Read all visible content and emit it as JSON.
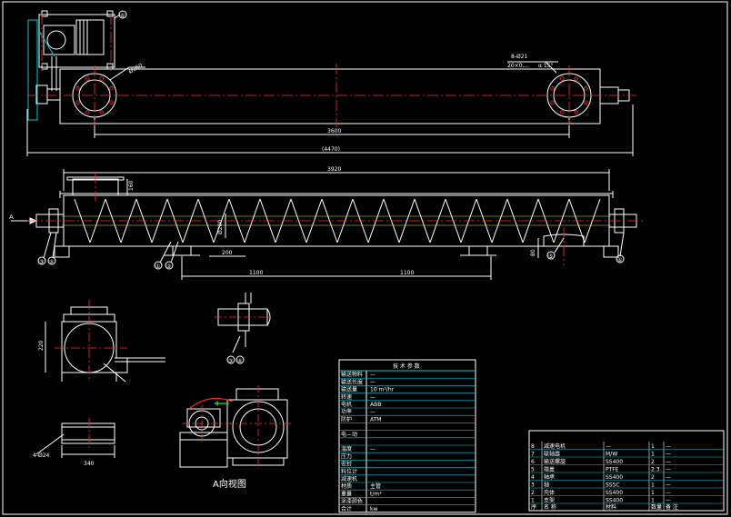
{
  "colors": {
    "background": "#000000",
    "line_white": "#ffffff",
    "center_red": "#ff2a2a",
    "cyan": "#00c8d8",
    "yellow": "#f0f000",
    "green": "#18c018"
  },
  "dimensions": {
    "flange_diameter": "Ø260",
    "length_inner": "3600",
    "length_total": "(4470)",
    "length_casing": "3920",
    "inlet_height": "160",
    "screw_diameter": "Ø200",
    "pitch": "200",
    "support_left": "1100",
    "support_right": "1100",
    "side_height": "80",
    "end_height": "220",
    "end_width": "340",
    "hole_spec": "8-Ø21",
    "hole_spec_bottom": "4-Ø24",
    "weld_note": "20×0…",
    "angle_note": "α 15°"
  },
  "callouts": {
    "motor": "⑥",
    "left_a": "③",
    "left_b": "④",
    "mid_a": "①",
    "mid_b": "②",
    "right_a": "⑤",
    "right_b": "⑥",
    "detail_a": "③",
    "detail_b": "④"
  },
  "view_label_A": "A",
  "view_a_caption": "A向视图",
  "spec_table": {
    "title": "技 术 参 数",
    "rows": [
      {
        "label": "输送物料",
        "value": "—"
      },
      {
        "label": "输送长度",
        "value": "—"
      },
      {
        "label": "输送量",
        "value": "10 m³/hr"
      },
      {
        "label": "转速",
        "value": "—"
      },
      {
        "label": "电机",
        "value": "ABB"
      },
      {
        "label": "功率",
        "value": "—"
      },
      {
        "label": "防护",
        "value": "ATM"
      },
      {
        "label": "",
        "value": ""
      },
      {
        "label": "电—动",
        "value": ""
      },
      {
        "label": "",
        "value": ""
      },
      {
        "label": "温度",
        "value": "—"
      },
      {
        "label": "压力",
        "value": ""
      },
      {
        "label": "密封",
        "value": ""
      },
      {
        "label": "料位计",
        "value": ""
      },
      {
        "label": "减速机",
        "value": ""
      },
      {
        "label": "材质",
        "value": "主管"
      },
      {
        "label": "重量",
        "value": "t/m³"
      },
      {
        "label": "涂漆颜色",
        "value": ""
      },
      {
        "label": "合计",
        "value": "kw"
      }
    ]
  },
  "bom_table": {
    "rows": [
      {
        "no": "8",
        "name": "减速电机",
        "spec": "—",
        "qty": "1",
        "note": "—"
      },
      {
        "no": "7",
        "name": "联轴器",
        "spec": "M/W",
        "qty": "1",
        "note": "—"
      },
      {
        "no": "6",
        "name": "输送螺旋",
        "spec": "SS400",
        "qty": "2",
        "note": "—"
      },
      {
        "no": "5",
        "name": "端盖",
        "spec": "PTFE",
        "qty": "2.3",
        "note": "—"
      },
      {
        "no": "4",
        "name": "轴承",
        "spec": "SS400",
        "qty": "2",
        "note": "—"
      },
      {
        "no": "3",
        "name": "轴",
        "spec": "SS5C",
        "qty": "1",
        "note": "—"
      },
      {
        "no": "2",
        "name": "壳体",
        "spec": "SS400",
        "qty": "1",
        "note": "—"
      },
      {
        "no": "1",
        "name": "支架",
        "spec": "SS400",
        "qty": "1",
        "note": "—"
      }
    ],
    "header": {
      "no": "序",
      "name": "名 称",
      "spec": "材料",
      "qty": "数量",
      "note": "备 注"
    }
  }
}
